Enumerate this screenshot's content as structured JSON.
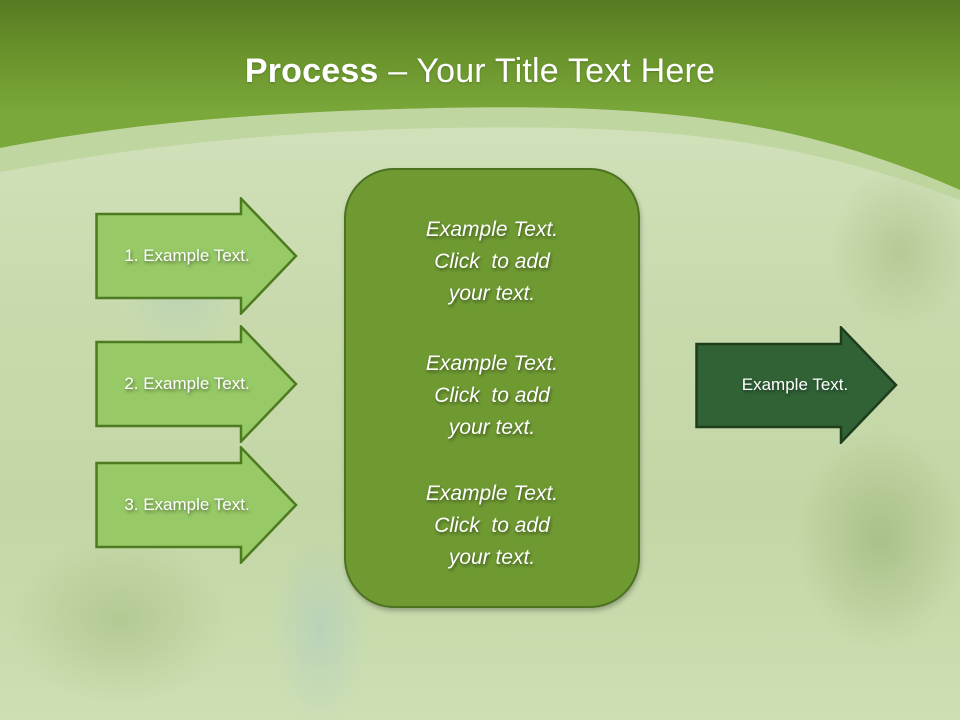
{
  "slide": {
    "title_bold": "Process",
    "title_rest": " – Your Title Text Here"
  },
  "colors": {
    "header_top": "#577a22",
    "header_bottom": "#7aa83a",
    "input_arrow_fill": "#97c966",
    "input_arrow_border": "#4e7a22",
    "center_box_fill": "#6f9a32",
    "center_box_border": "#4c7221",
    "output_arrow_fill": "#306236",
    "output_arrow_border": "#1e3d1c"
  },
  "inputs": [
    {
      "label": "1. Example Text."
    },
    {
      "label": "2. Example Text."
    },
    {
      "label": "3. Example Text."
    }
  ],
  "center": {
    "items": [
      {
        "line1": "Example Text.",
        "line2": "Click  to add",
        "line3": "your text."
      },
      {
        "line1": "Example Text.",
        "line2": "Click  to add",
        "line3": "your text."
      },
      {
        "line1": "Example Text.",
        "line2": "Click  to add",
        "line3": "your text."
      }
    ]
  },
  "output": {
    "label": "Example Text."
  }
}
